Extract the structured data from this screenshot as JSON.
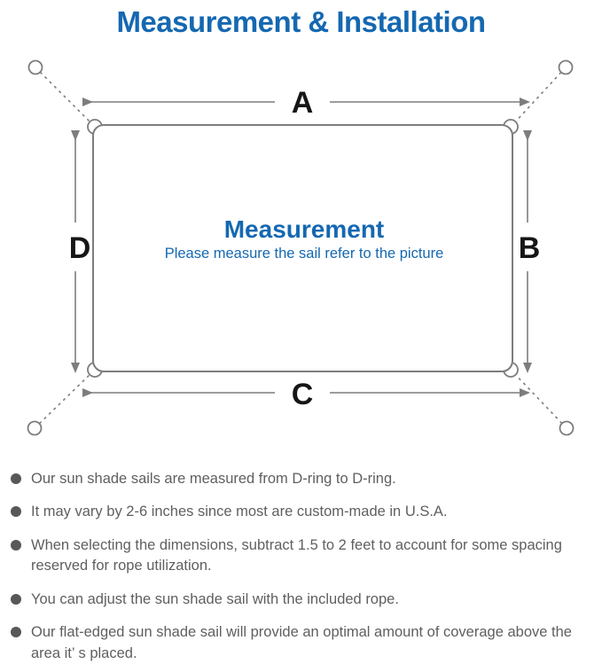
{
  "title": "Measurement & Installation",
  "diagram": {
    "labels": {
      "top": "A",
      "right": "B",
      "bottom": "C",
      "left": "D"
    },
    "center_heading": "Measurement",
    "center_subtext": "Please measure the sail refer to the picture"
  },
  "notes": [
    "Our sun shade sails are measured from D-ring to D-ring.",
    "It may vary by 2-6 inches since most are custom-made in U.S.A.",
    "When selecting the dimensions, subtract 1.5 to 2 feet to account for some spacing reserved for rope utilization.",
    "You can adjust the sun shade sail with the included rope.",
    "Our flat-edged sun shade sail will provide an optimal amount of coverage above the area it’ s placed."
  ],
  "colors": {
    "accent_blue": "#1568b1",
    "line_gray": "#7d7d7d",
    "label_black": "#161616",
    "note_text": "#5f5f5f",
    "bullet_gray": "#585858"
  }
}
